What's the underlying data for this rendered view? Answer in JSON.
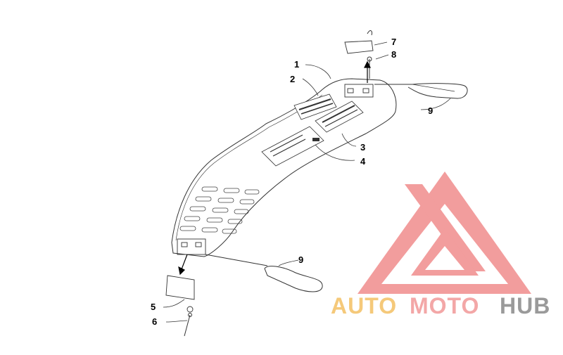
{
  "diagram": {
    "callouts": [
      {
        "id": "c1",
        "label": "1"
      },
      {
        "id": "c2",
        "label": "2"
      },
      {
        "id": "c3",
        "label": "3"
      },
      {
        "id": "c4",
        "label": "4"
      },
      {
        "id": "c5",
        "label": "5"
      },
      {
        "id": "c6",
        "label": "6"
      },
      {
        "id": "c7",
        "label": "7"
      },
      {
        "id": "c8",
        "label": "8"
      },
      {
        "id": "c9a",
        "label": "9"
      },
      {
        "id": "c9b",
        "label": "9"
      }
    ]
  },
  "watermark": {
    "part1": "AUTO",
    "part2": "MOTO",
    "part3": "HUB",
    "colors": {
      "triangle": "#f08c8c",
      "auto": "#f5c97a",
      "moto": "#f3a7a7",
      "hub": "#9a9a9a"
    }
  }
}
